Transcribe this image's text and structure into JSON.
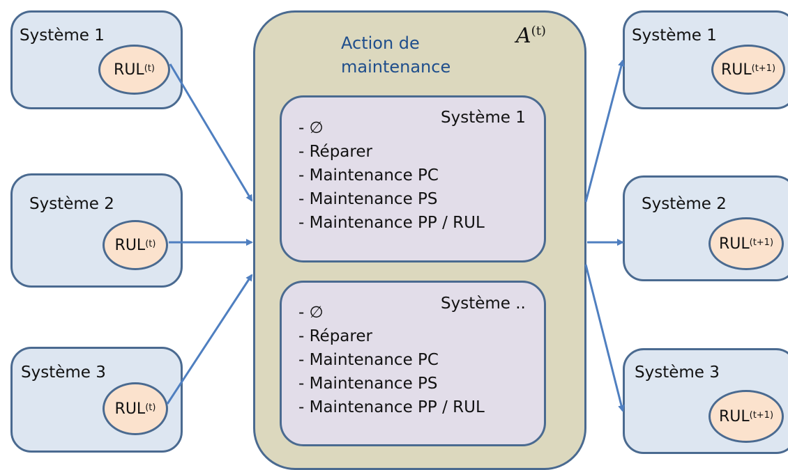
{
  "inputs": [
    {
      "title": "Système 1",
      "rul_base": "RUL",
      "rul_sup": "(t)"
    },
    {
      "title": "Système 2",
      "rul_base": "RUL",
      "rul_sup": "(t)"
    },
    {
      "title": "Système 3",
      "rul_base": "RUL",
      "rul_sup": "(t)"
    }
  ],
  "outputs": [
    {
      "title": "Système 1",
      "rul_base": "RUL",
      "rul_sup": "(t+1)"
    },
    {
      "title": "Système 2",
      "rul_base": "RUL",
      "rul_sup": "(t+1)"
    },
    {
      "title": "Système 3",
      "rul_base": "RUL",
      "rul_sup": "(t+1)"
    }
  ],
  "center": {
    "title_line1": "Action de",
    "title_line2": "maintenance",
    "label_base": "A",
    "label_sup": "(t)",
    "panels": [
      {
        "title": "Système 1",
        "actions": [
          "- ∅",
          "- Réparer",
          "- Maintenance  PC",
          "- Maintenance  PS",
          "- Maintenance PP / RUL"
        ]
      },
      {
        "title": "Système ..",
        "actions": [
          "- ∅",
          "- Réparer",
          "- Maintenance  PC",
          "- Maintenance  PS",
          "- Maintenance PP / RUL"
        ]
      }
    ]
  },
  "colors": {
    "system_fill": "#dde6f1",
    "rul_fill": "#fbe2cd",
    "center_fill": "#dcd8be",
    "panel_fill": "#e2dde9",
    "border": "#4a6a90",
    "arrow": "#4f7fc0",
    "title_text": "#1f4e8c"
  }
}
